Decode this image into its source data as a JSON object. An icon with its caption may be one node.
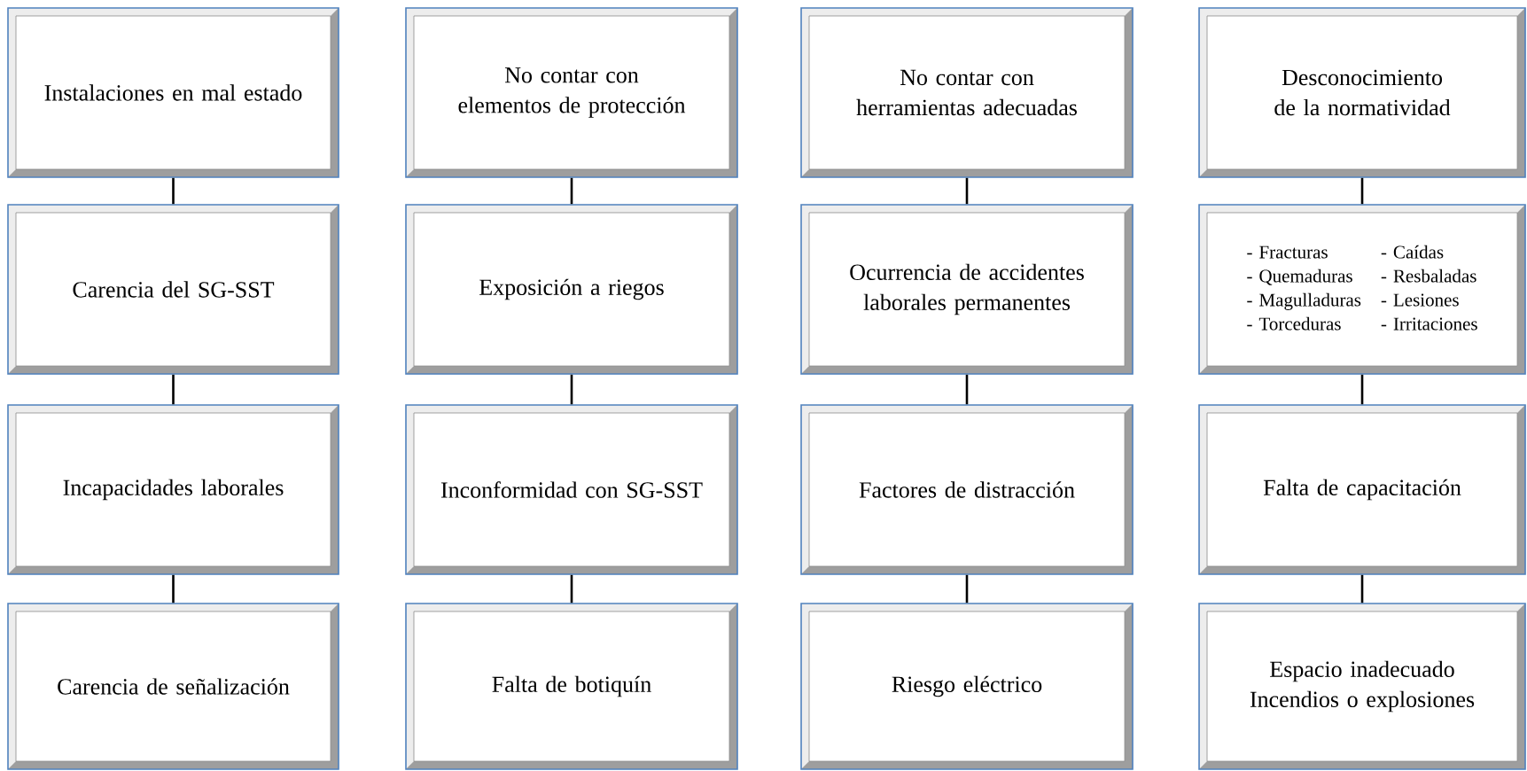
{
  "diagram": {
    "nodes": [
      {
        "text": [
          "Instalaciones en mal estado"
        ]
      },
      {
        "text": [
          "Carencia del SG-SST"
        ]
      },
      {
        "text": [
          "Incapacidades laborales"
        ]
      },
      {
        "text": [
          "Carencia de señalización"
        ]
      },
      {
        "text": [
          "No contar con elementos de protección"
        ]
      },
      {
        "text": [
          "Exposición a riegos"
        ]
      },
      {
        "text": [
          "Inconformidad con SG-SST"
        ]
      },
      {
        "text": [
          "Falta de botiquín"
        ]
      },
      {
        "text": [
          "No contar con herramientas adecuadas"
        ]
      },
      {
        "text": [
          "Ocurrencia de accidentes laborales permanentes"
        ]
      },
      {
        "text": [
          "Factores de distracción"
        ]
      },
      {
        "text": [
          "Riesgo eléctrico"
        ]
      },
      {
        "text": [
          "Desconocimiento de la normatividad"
        ]
      },
      {
        "text": [
          "- Fracturas",
          "- Caídas",
          "- Quemaduras",
          "- Resbaladas",
          "- Magulladuras",
          "- Lesiones",
          "- Torceduras",
          "- Irritaciones"
        ]
      },
      {
        "text": [
          "Falta de capacitación"
        ]
      },
      {
        "text": [
          "Espacio inadecuado",
          "Incendios o explosiones"
        ]
      }
    ],
    "edges": [
      {
        "from": 0,
        "to": 1,
        "arrow": "none"
      },
      {
        "from": 1,
        "to": 2,
        "arrow": "none"
      },
      {
        "from": 2,
        "to": 3,
        "arrow": "none"
      },
      {
        "from": 4,
        "to": 5,
        "arrow": "none"
      },
      {
        "from": 5,
        "to": 6,
        "arrow": "none"
      },
      {
        "from": 6,
        "to": 7,
        "arrow": "none"
      },
      {
        "from": 8,
        "to": 9,
        "arrow": "none"
      },
      {
        "from": 9,
        "to": 10,
        "arrow": "none"
      },
      {
        "from": 10,
        "to": 11,
        "arrow": "none"
      },
      {
        "from": 12,
        "to": 13,
        "arrow": "none"
      },
      {
        "from": 13,
        "to": 14,
        "arrow": "none"
      },
      {
        "from": 14,
        "to": 15,
        "arrow": "none"
      }
    ]
  }
}
